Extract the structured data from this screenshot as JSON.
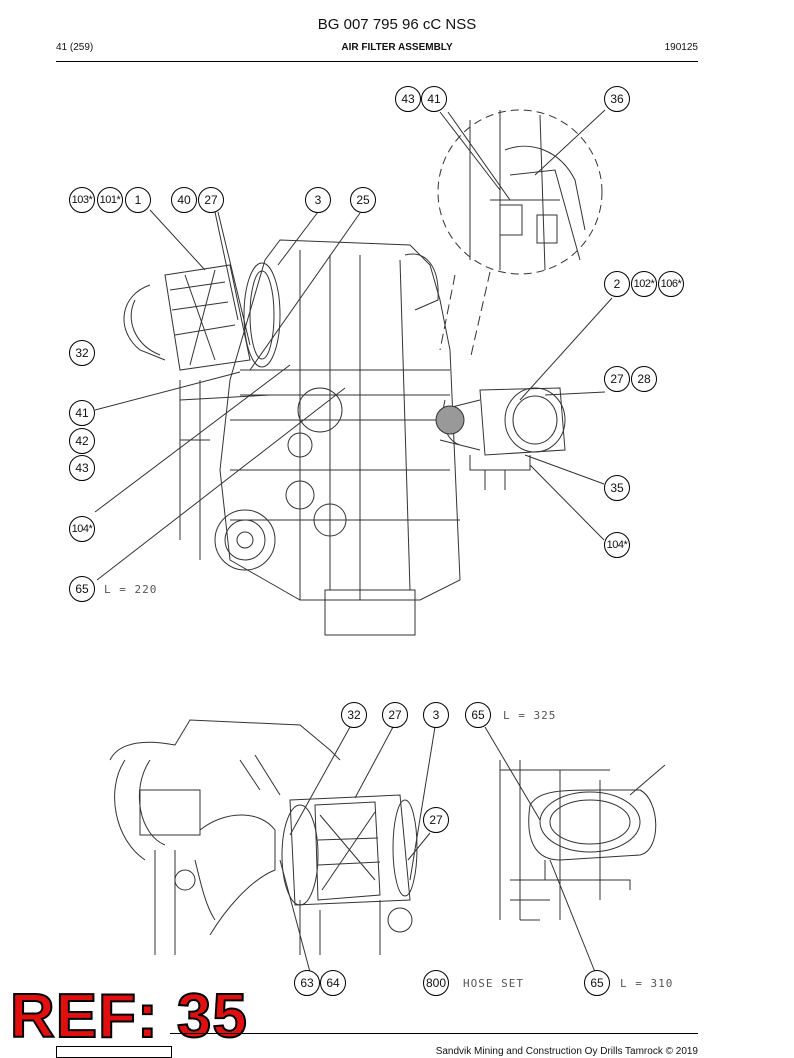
{
  "header": {
    "doc_title": "BG 007 795 96 cC NSS",
    "page": "41 (259)",
    "section": "AIR FILTER ASSEMBLY",
    "date": "190125"
  },
  "callouts_top": [
    "43",
    "41",
    "36",
    "103*",
    "101*",
    "1",
    "40",
    "27",
    "3",
    "25",
    "2",
    "102*",
    "106*",
    "32",
    "27",
    "28",
    "41",
    "42",
    "43",
    "35",
    "104*",
    "104*",
    "65"
  ],
  "callouts_bottom": [
    "32",
    "27",
    "3",
    "65",
    "27",
    "63",
    "64",
    "800",
    "65"
  ],
  "dimensions": {
    "top_left": "L = 220",
    "bottom_65_top": "L = 325",
    "bottom_65_bottom": "L = 310",
    "hose_set": "HOSE SET"
  },
  "badge": "REF: 35",
  "footer": "Sandvik Mining and Construction Oy Drills Tamrock © 2019"
}
